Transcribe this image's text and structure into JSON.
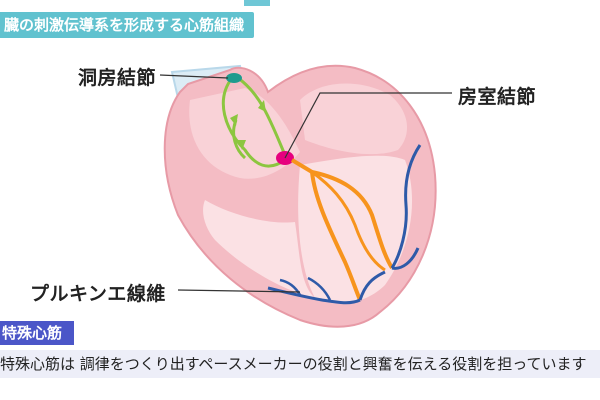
{
  "header": {
    "title": "臓の刺激伝導系を形成する心筋組織"
  },
  "diagram": {
    "labels": {
      "sa_node": "洞房結節",
      "av_node": "房室結節",
      "purkinje": "プルキンエ線維"
    },
    "colors": {
      "heart_fill": "#f6c7cd",
      "heart_inner": "#fbe1e4",
      "sa_path": "#8cc63f",
      "av_node": "#e6007e",
      "bundle": "#f7941d",
      "purkinje": "#2e5aa8",
      "sa_node": "#1f9b8e"
    }
  },
  "section": {
    "tag": "特殊心筋"
  },
  "caption": {
    "text": "特殊心筋は 調律をつくり出すペースメーカーの役割と興奮を伝える役割を担っています"
  }
}
